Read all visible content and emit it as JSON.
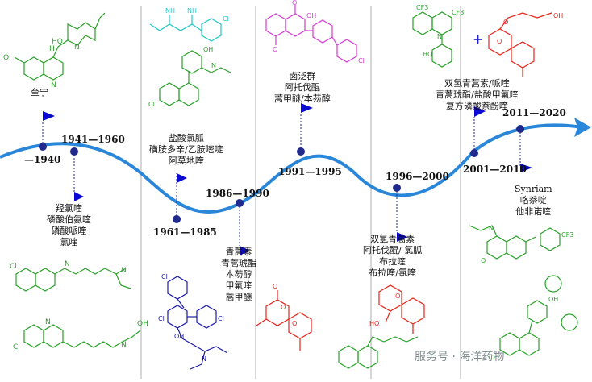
{
  "colors": {
    "curve": "#2a86d9",
    "node": "#1f2a8c",
    "flag": "#0a0ad0",
    "green": "#2aa12a",
    "cyan": "#1ec9c9",
    "magenta": "#d63ad6",
    "red": "#e8231a",
    "navy": "#1a1aa8"
  },
  "periods": [
    {
      "key": "p1",
      "label": "—1940"
    },
    {
      "key": "p2",
      "label": "1941—1960"
    },
    {
      "key": "p3",
      "label": "1961—1985"
    },
    {
      "key": "p4",
      "label": "1986—1990"
    },
    {
      "key": "p5",
      "label": "1991—1995"
    },
    {
      "key": "p6",
      "label": "1996—2000"
    },
    {
      "key": "p7",
      "label": "2001—2010"
    },
    {
      "key": "p8",
      "label": "2011—2020"
    }
  ],
  "drugs": {
    "p1": [
      "奎宁"
    ],
    "p2": [
      "羟氯喹",
      "磷酸伯氨喹",
      "磷酸哌喹",
      "氯喹"
    ],
    "p3": [
      "盐酸氯胍",
      "磺胺多辛/乙胺嘧啶",
      "阿莫地喹"
    ],
    "p4": [
      "青蒿素",
      "青蒿琥酯",
      "本芴醇",
      "甲氟喹",
      "蒿甲醚"
    ],
    "p5": [
      "卤泛群",
      "阿托伐醌",
      "蒿甲醚/本芴醇"
    ],
    "p6": [
      "双氢青蒿素",
      "阿托伐醌/ 氯胍",
      "布拉喹",
      "布拉喹/氯喹"
    ],
    "p7": [
      "双氢青蒿素/哌喹",
      "青蒿琥酯/盐酸甲氟喹",
      "复方磷酸萘酚喹"
    ],
    "p8": [
      "Synriam",
      "咯萘啶",
      "他非诺喹"
    ]
  },
  "structure_labels": {
    "cl": "Cl",
    "oh": "OH",
    "o": "O",
    "n": "N",
    "cf3": "CF3",
    "plus": "+",
    "nh": "NH",
    "h": "H",
    "ho": "HO"
  },
  "watermark": "服务号 · 海洋药物"
}
